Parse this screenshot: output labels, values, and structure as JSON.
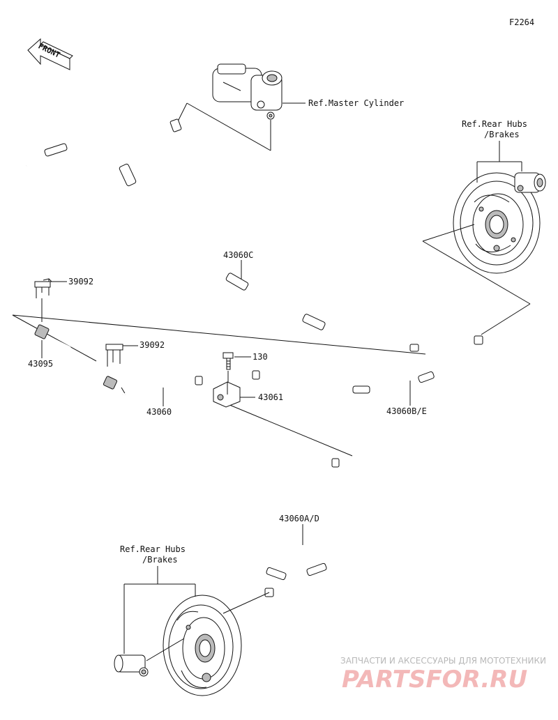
{
  "figure_code": "F2264",
  "front_label": "FRONT",
  "refs": {
    "master_cylinder": "Ref.Master Cylinder",
    "rear_hubs_top_1": "Ref.Rear Hubs",
    "rear_hubs_top_2": "/Brakes",
    "rear_hubs_bottom_1": "Ref.Rear Hubs",
    "rear_hubs_bottom_2": "/Brakes"
  },
  "parts": {
    "p43060C": "43060C",
    "p39092_a": "39092",
    "p39092_b": "39092",
    "p43095": "43095",
    "p130": "130",
    "p43061": "43061",
    "p43060": "43060",
    "p43060BE": "43060B/E",
    "p43060AD": "43060A/D"
  },
  "watermark": {
    "line1": "ЗАПЧАСТИ И АКСЕССУАРЫ ДЛЯ МОТОТЕХНИКИ",
    "line2": "PARTSFOR.RU"
  },
  "colors": {
    "ink": "#111111",
    "watermark_red": "#f3b8b8",
    "watermark_gray": "#b8b8b8"
  }
}
